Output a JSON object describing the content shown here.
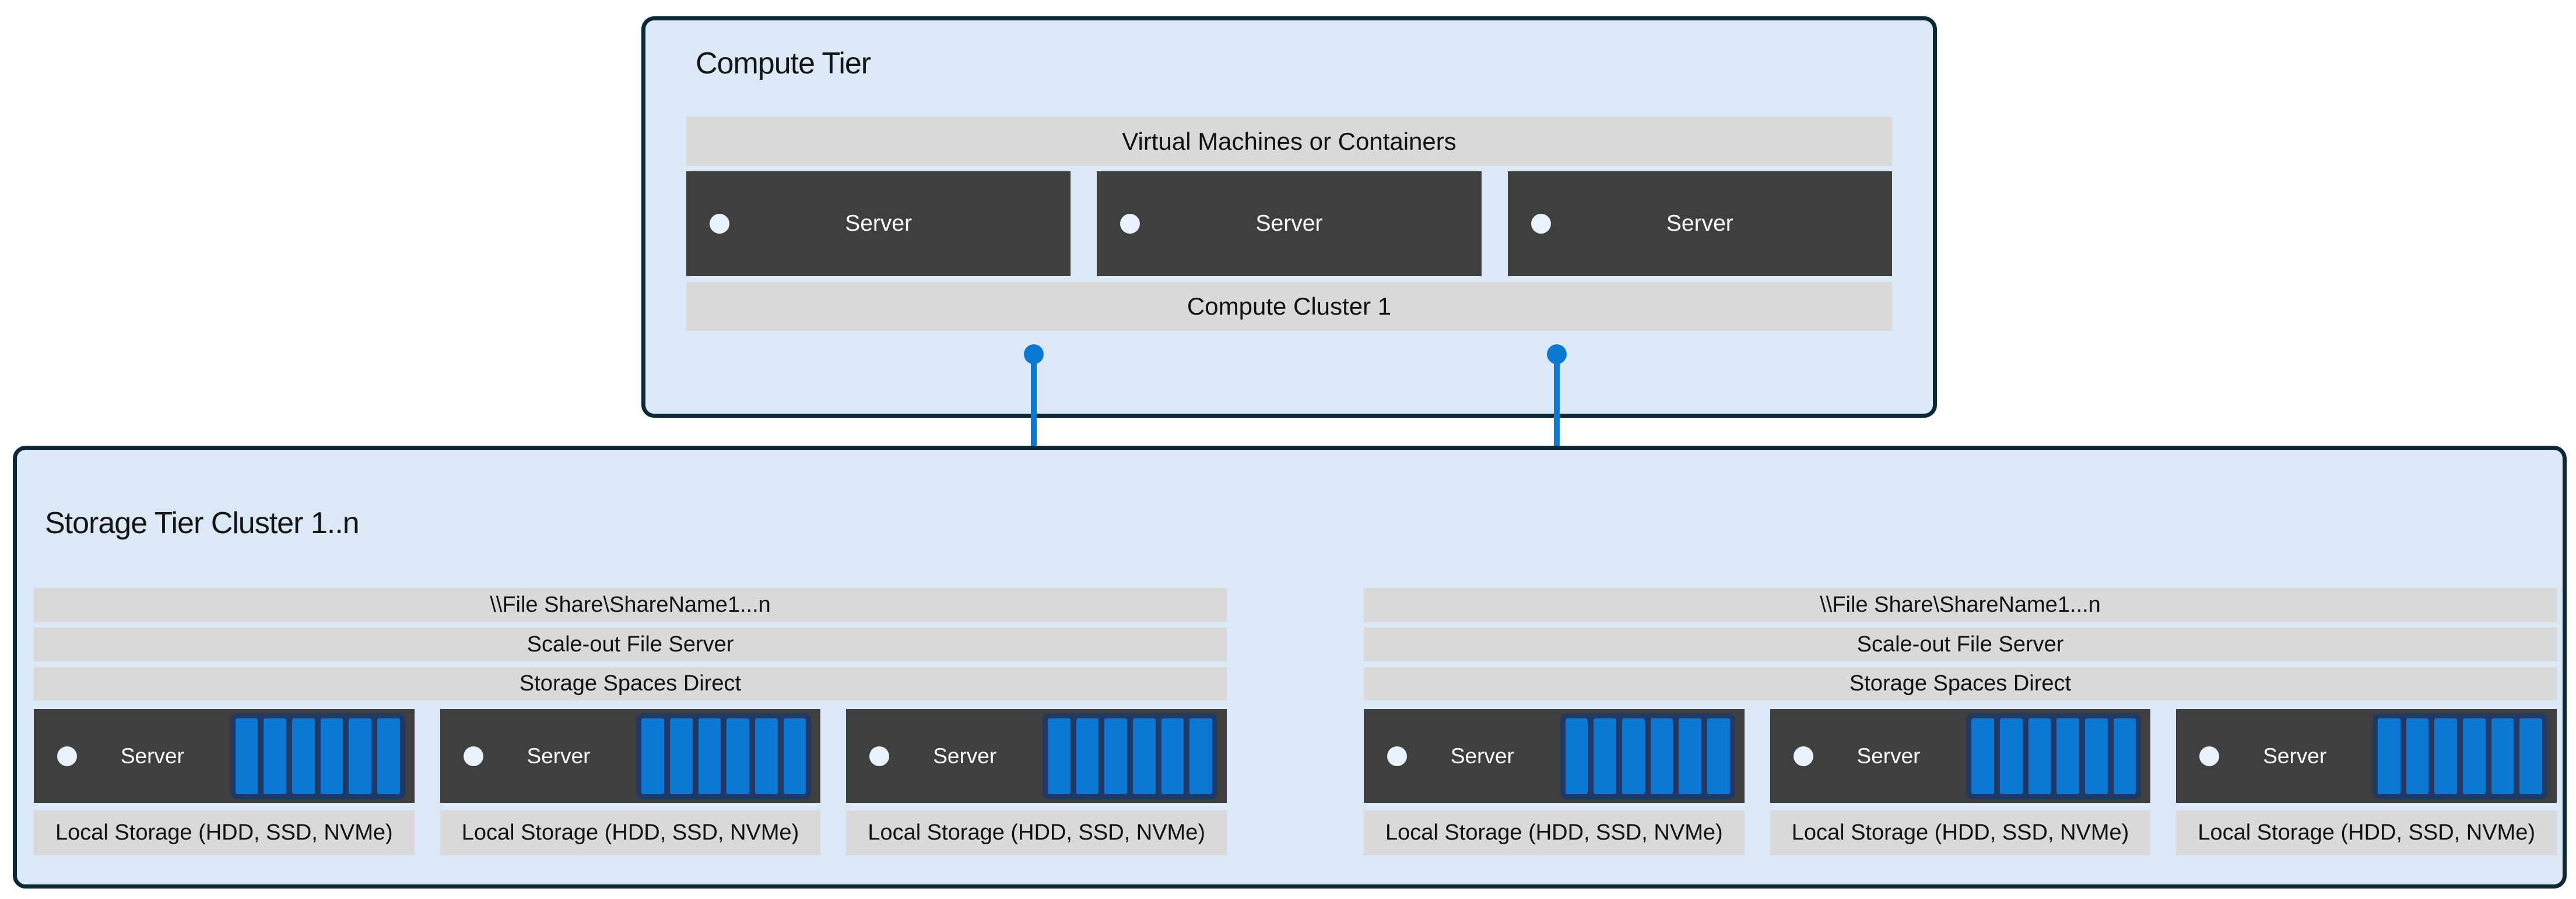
{
  "diagram": {
    "type": "architecture-diagram",
    "subject": "Compute tier connected to scale-out file server storage tier clusters"
  },
  "compute_tier": {
    "title": "Compute Tier",
    "vm_bar": "Virtual Machines or Containers",
    "servers": [
      "Server",
      "Server",
      "Server"
    ],
    "cluster_bar": "Compute Cluster 1"
  },
  "storage_tier": {
    "title": "Storage Tier Cluster 1..n",
    "clusters": [
      {
        "file_share": "\\\\File Share\\ShareName1...n",
        "sofs": "Scale-out File Server",
        "s2d": "Storage Spaces Direct",
        "servers": [
          "Server",
          "Server",
          "Server"
        ],
        "local_storage": [
          "Local Storage (HDD, SSD, NVMe)",
          "Local Storage (HDD, SSD, NVMe)",
          "Local Storage (HDD, SSD, NVMe)"
        ]
      },
      {
        "file_share": "\\\\File Share\\ShareName1...n",
        "sofs": "Scale-out File Server",
        "s2d": "Storage Spaces Direct",
        "servers": [
          "Server",
          "Server",
          "Server"
        ],
        "local_storage": [
          "Local Storage (HDD, SSD, NVMe)",
          "Local Storage (HDD, SSD, NVMe)",
          "Local Storage (HDD, SSD, NVMe)"
        ]
      }
    ]
  },
  "icons": {
    "folder": "folder-icon",
    "server_status_dot": "status-dot-icon",
    "disk": "disk-icon"
  },
  "colors": {
    "accent_blue": "#0b78d4",
    "disk_frame_navy": "#1f3864",
    "tier_fill_light_blue": "#dbe8f5",
    "tier_border_dark": "#0a2836",
    "bar_gray": "#d9d9d9",
    "server_dark": "#3f3f3f",
    "background": "#ffffff"
  }
}
